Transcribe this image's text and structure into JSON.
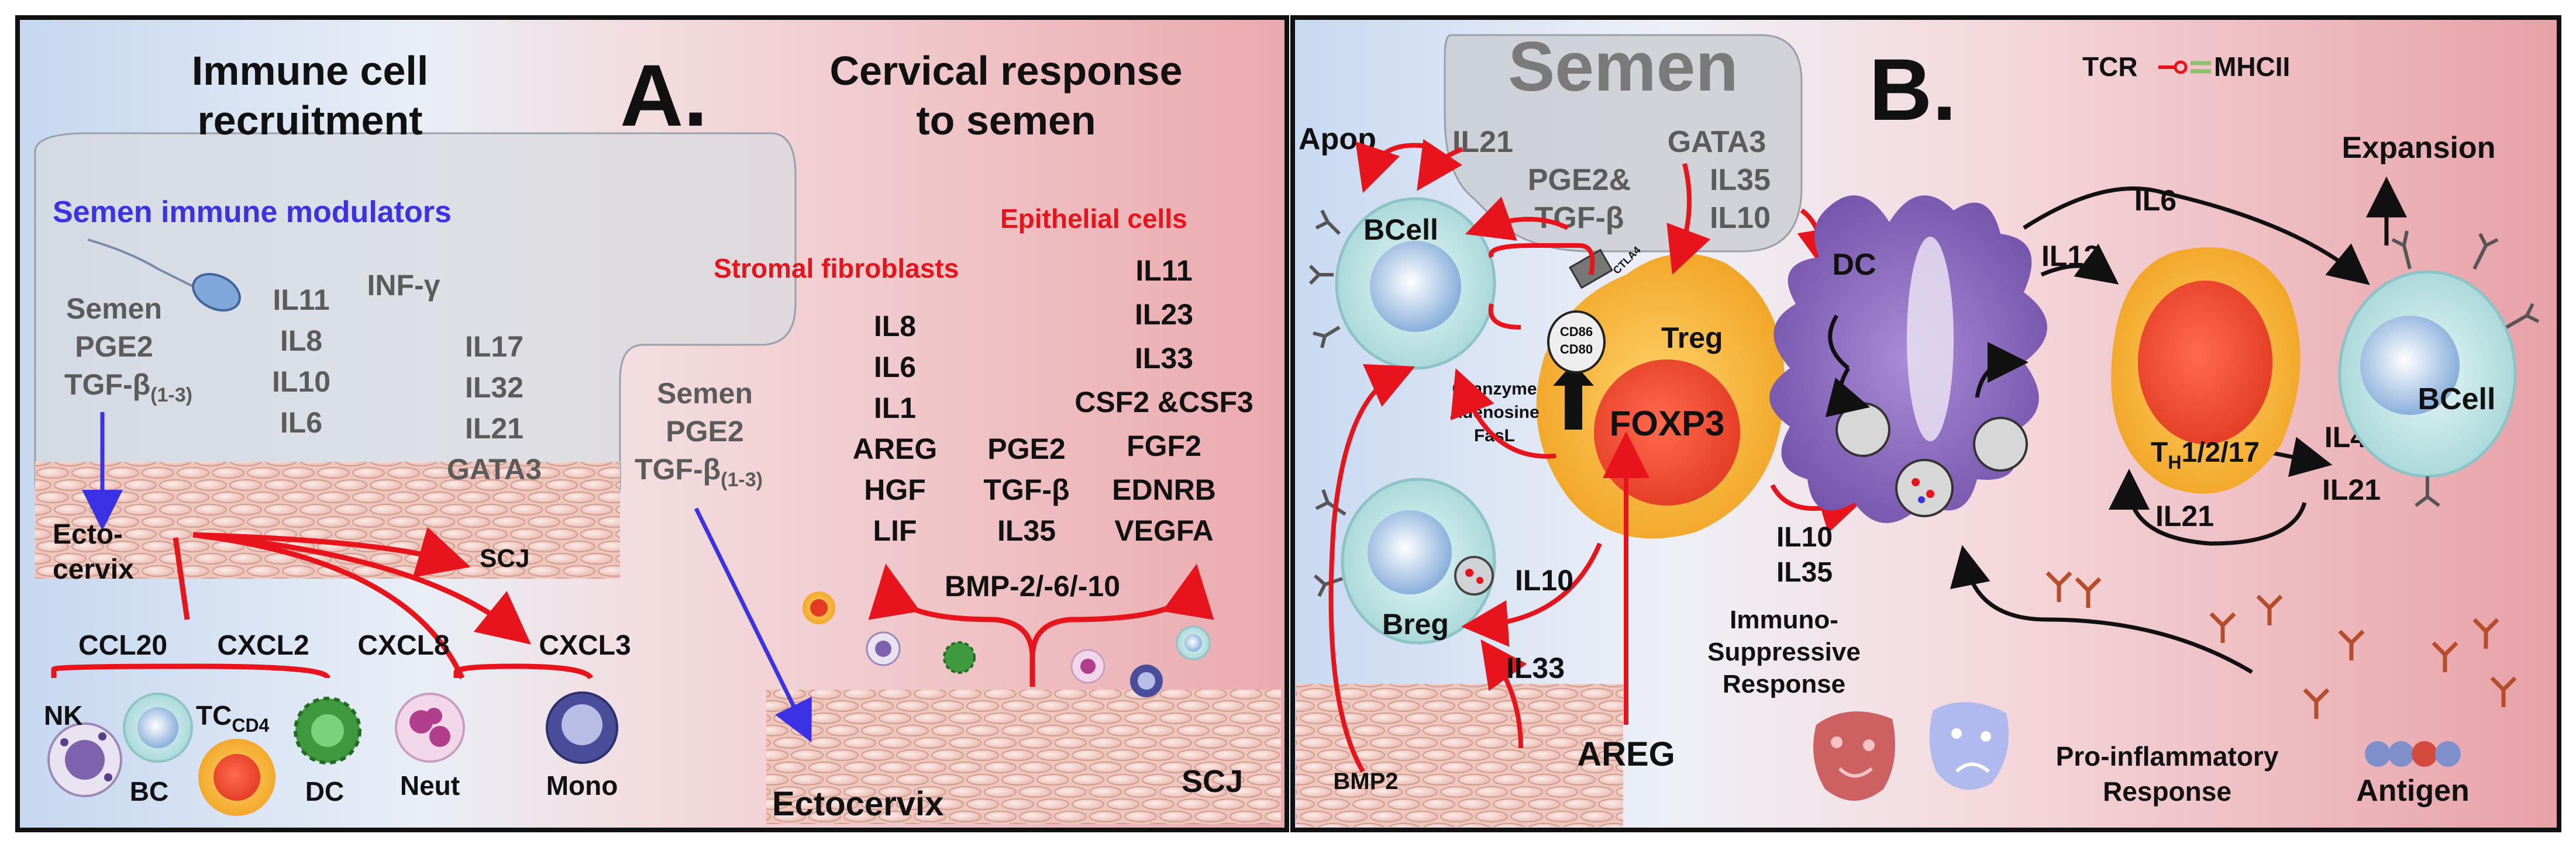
{
  "panelA": {
    "letter": "A.",
    "left_title": [
      "Immune cell",
      "recruitment"
    ],
    "right_title": [
      "Cervical response",
      "to semen"
    ],
    "semen_modulators": "Semen immune modulators",
    "semen_col": [
      "Semen",
      "PGE2",
      "TGF-β"
    ],
    "semen_sub": "(1-3)",
    "il_col1": [
      "IL11",
      "IL8",
      "IL10",
      "IL6"
    ],
    "infg": "INF-γ",
    "il_col2": [
      "IL17",
      "IL32",
      "IL21",
      "GATA3"
    ],
    "semen_col2": [
      "Semen",
      "PGE2",
      "TGF-β"
    ],
    "semen_sub2": "(1-3)",
    "ectocervix_label": [
      "Ecto-",
      "cervix"
    ],
    "scj_left": "SCJ",
    "chemokines": [
      "CCL20",
      "CXCL2",
      "CXCL8",
      "CXCL3"
    ],
    "cells": {
      "nk": "NK",
      "bc": "BC",
      "tc": "TC",
      "tc_sub": "CD4",
      "dc": "DC",
      "neut": "Neut",
      "mono": "Mono"
    },
    "stromal_title": "Stromal fibroblasts",
    "epithelial_title": "Epithelial cells",
    "stromal_list": [
      "IL8",
      "IL6",
      "IL1",
      "AREG",
      "HGF",
      "LIF"
    ],
    "mid_list": [
      "PGE2",
      "TGF-β",
      "IL35"
    ],
    "epithelial_list": [
      "IL11",
      "IL23",
      "IL33",
      "CSF2 &CSF3",
      "FGF2",
      "EDNRB",
      "VEGFA"
    ],
    "bmp": "BMP-2/-6/-10",
    "ectocervix_bottom": "Ectocervix",
    "scj_bottom": "SCJ"
  },
  "panelB": {
    "letter": "B.",
    "semen_title": "Semen",
    "semen_items": {
      "il21": "IL21",
      "pge2": "PGE2&",
      "tgfb": "TGF-β",
      "gata3": "GATA3",
      "il35": "IL35",
      "il10": "IL10"
    },
    "tcr": "TCR",
    "mhcii": "MHCII",
    "apop": "Apop",
    "bcell_left": "BCell",
    "ctla4": "CTLA4",
    "cd86": "CD86",
    "cd80": "CD80",
    "treg": "Treg",
    "foxp3": "FOXP3",
    "granzyme": [
      "Granzyme",
      "Adenosine",
      "FasL"
    ],
    "breg": "Breg",
    "il10_breg": "IL10",
    "il33": "IL33",
    "bmp2": "BMP2",
    "areg": "AREG",
    "il10_il35": [
      "IL10",
      "IL35"
    ],
    "immuno": [
      "Immuno-",
      "Suppressive",
      "Response"
    ],
    "dc": "DC",
    "il6": "IL6",
    "il12": "IL12",
    "expansion": "Expansion",
    "th": "T",
    "th_sub": "H",
    "th_suffix": "1/2/17",
    "il4": "IL4",
    "il21_right": "IL21",
    "il21_bottom": "IL21",
    "bcell_right": "BCell",
    "proinflam": [
      "Pro-inflammatory",
      "Response"
    ],
    "antigen": "Antigen"
  },
  "colors": {
    "red": "#e8141b",
    "blue": "#3b32e6",
    "gray_text": "#5b5b5b",
    "treg_orange": "#f5a623",
    "dc_purple": "#8d6fbd"
  }
}
